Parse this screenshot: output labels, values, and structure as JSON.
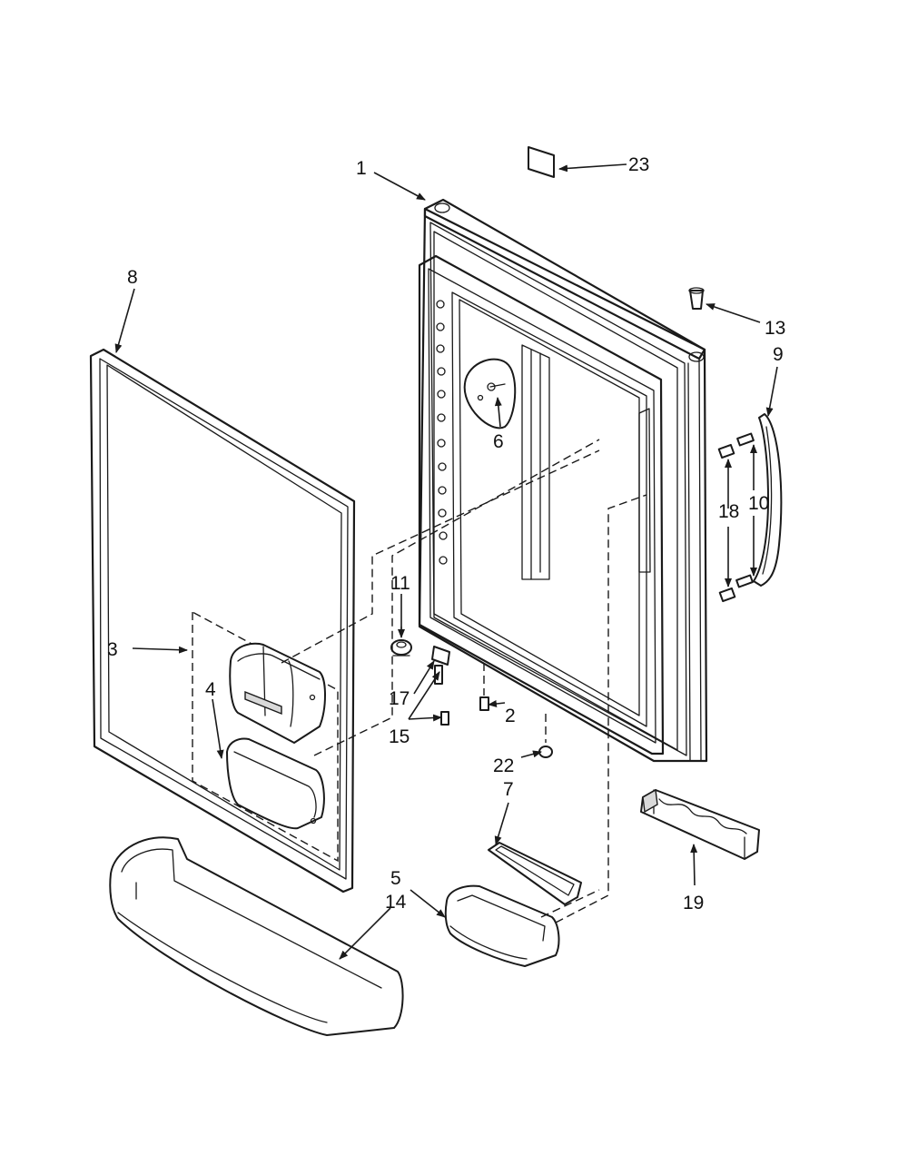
{
  "diagram": {
    "callouts": [
      "1",
      "2",
      "3",
      "4",
      "5",
      "6",
      "7",
      "8",
      "9",
      "10",
      "11",
      "13",
      "14",
      "15",
      "17",
      "18",
      "19",
      "22",
      "23"
    ]
  },
  "colors": {
    "line": "#1a1a1a",
    "background": "#ffffff"
  }
}
